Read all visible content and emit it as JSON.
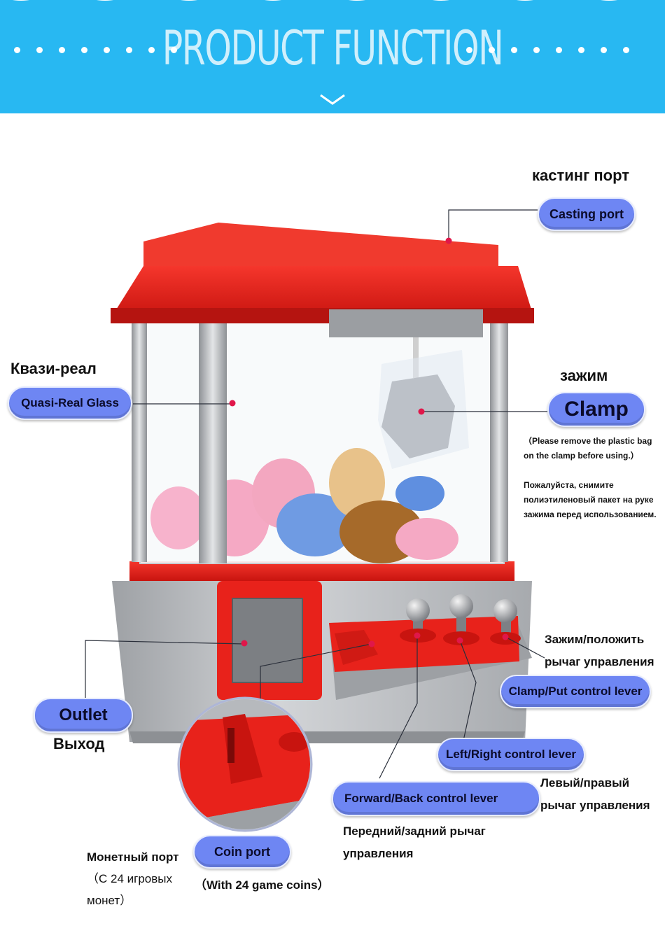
{
  "banner": {
    "title": "PRODUCT FUNCTION",
    "colors": {
      "background": "#28b8f2",
      "text": "#ffffff"
    }
  },
  "labels": {
    "casting_port_ru": "кастинг порт",
    "casting_port_en": "Casting port",
    "glass_ru": "Квази-реал",
    "glass_en": "Quasi-Real Glass",
    "clamp_ru": "зажим",
    "clamp_en": "Clamp",
    "clamp_note_en_1": "（Please remove the plastic bag",
    "clamp_note_en_2": "on the clamp before using.）",
    "clamp_note_ru_1": "Пожалуйста, снимите",
    "clamp_note_ru_2": "полиэтиленовый пакет на руке",
    "clamp_note_ru_3": "зажима перед использованием.",
    "clamp_put_ru_1": "Зажим/положить",
    "clamp_put_ru_2": "рычаг управления",
    "clamp_put_en": "Clamp/Put control lever",
    "outlet_en": "Outlet",
    "outlet_ru": "Выход",
    "left_right_en": "Left/Right control lever",
    "left_right_ru_1": "Левый/правый",
    "left_right_ru_2": "рычаг управления",
    "forward_back_en": "Forward/Back control lever",
    "forward_back_ru_1": "Передний/задний рычаг",
    "forward_back_ru_2": "управления",
    "coin_port_en": "Coin port",
    "coin_port_sub_en": "（With 24 game coins）",
    "coin_port_ru_1": "Монетный порт",
    "coin_port_ru_2": "（С 24 игровых",
    "coin_port_ru_3": "монет）"
  },
  "colors": {
    "pill": "#6e86f3",
    "machine_red": "#e8221b",
    "machine_silver": "#b9bcc0",
    "marker": "#e0174a"
  }
}
